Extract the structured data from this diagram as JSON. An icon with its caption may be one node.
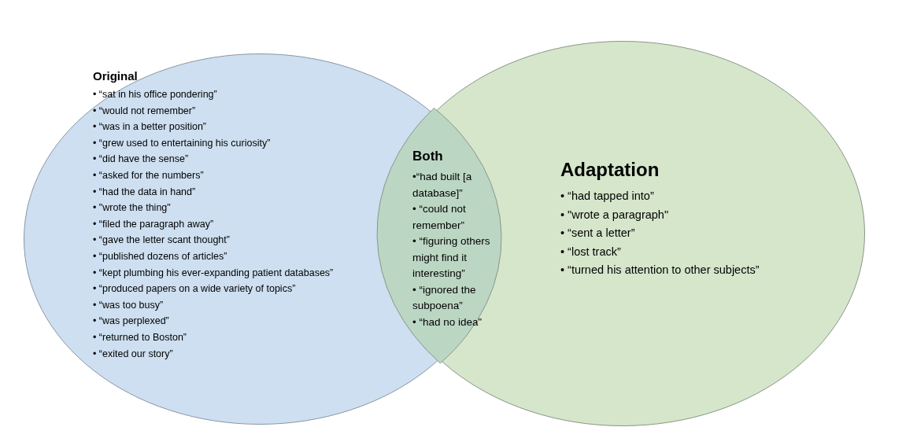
{
  "diagram": {
    "nodes": [
      {
        "text": [
          "Original",
          "• “sat in his office pondering”",
          "• “would not remember”",
          "• “was in a better position”",
          "• “grew used to entertaining his curiosity”",
          "• “did have the sense”",
          "• “asked for the numbers”",
          "• “had the data in hand”",
          "• \"wrote the thing\"",
          "• “filed the paragraph away”",
          "• “gave the letter scant thought”",
          "• “published dozens of articles”",
          "• “kept plumbing his ever-expanding patient databases”",
          "• “produced papers on a wide variety of topics”",
          "• “was too busy”",
          "• “was perplexed”",
          "• “returned to Boston”",
          "• “exited our story”"
        ]
      },
      {
        "text": [
          "Adaptation",
          "• “had tapped into”",
          "• \"wrote a paragraph\"",
          "• “sent a letter”",
          "• “lost track”",
          "• “turned his attention to other subjects”"
        ]
      },
      {
        "text": [
          "Both",
          "•“had built [a database]”",
          "• “could not remember”",
          "• “figuring others might find it interesting”",
          "• “ignored the subpoena”",
          "• “had no idea”"
        ]
      }
    ],
    "edges": []
  }
}
